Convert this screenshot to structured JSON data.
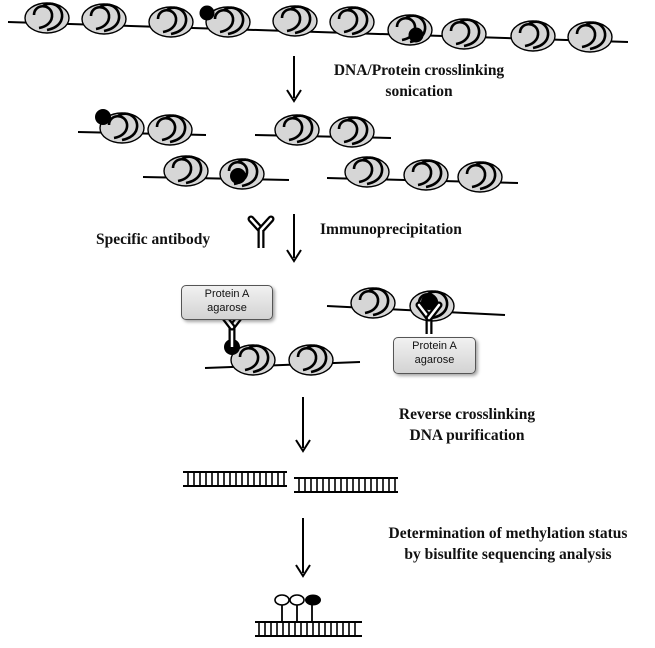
{
  "labels": {
    "step1_line1": "DNA/Protein crosslinking",
    "step1_line2": "sonication",
    "antibody": "Specific antibody",
    "step2": "Immunoprecipitation",
    "step3_line1": "Reverse crosslinking",
    "step3_line2": "DNA purification",
    "step4_line1": "Determination of methylation status",
    "step4_line2": "by bisulfite sequencing analysis"
  },
  "protein_a_box": {
    "line1": "Protein A",
    "line2": "agarose"
  },
  "colors": {
    "nucleosome_fill": "#d6d6d6",
    "line": "#000000"
  }
}
